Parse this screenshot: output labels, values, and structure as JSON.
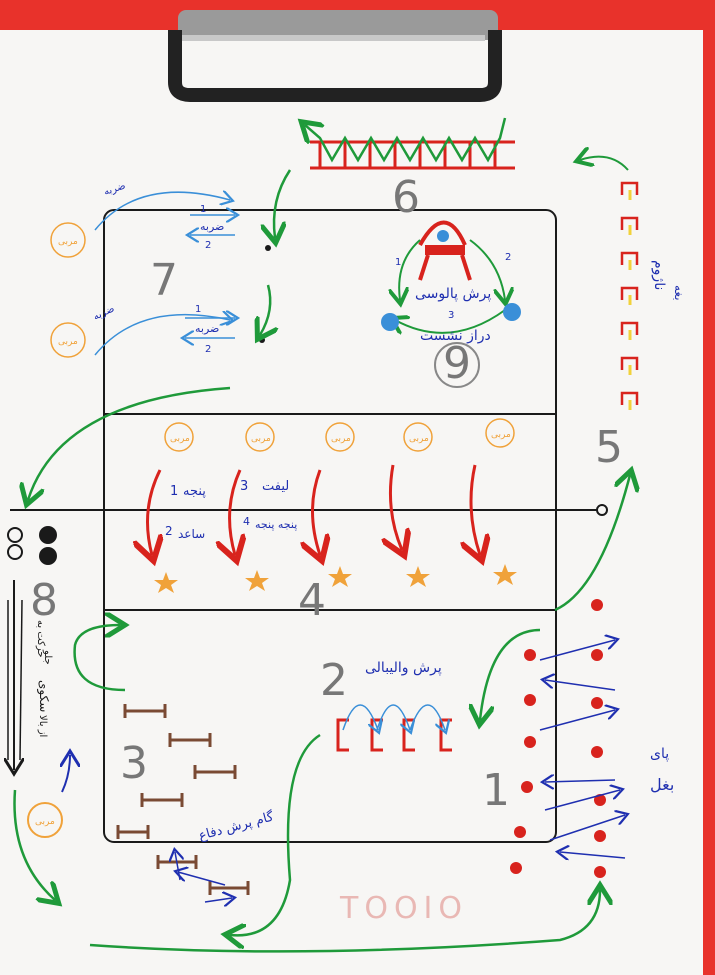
{
  "stations": {
    "s1": "1",
    "s2": "2",
    "s3": "3",
    "s4": "4",
    "s5": "5",
    "s6": "6",
    "s7": "7",
    "s8": "8",
    "s9": "9"
  },
  "labels": {
    "zarbe_top": "ضربه",
    "zarbe_left": "ضربه",
    "zarbe_num1": "1",
    "zarbe_num2": "2",
    "zarbe2_num1": "1",
    "zarbe2_num2": "2",
    "left_note_1": "ضربه",
    "left_note_2": "ضربه",
    "parun_paludi": "پرش پالوسی",
    "deraz_neshast": "دراز نشست",
    "num_1": "1",
    "num_2": "2",
    "num_3": "3",
    "nazom": "ناژوم",
    "bande": "بغه",
    "lift_label": "لیفت",
    "lift_num": "3",
    "panjeh_1": "پنجه",
    "panjeh_num1": "1",
    "panjeh_2": "پنجه پنجه",
    "panjeh_num4": "4",
    "saed": "ساعد",
    "saed_num": "2",
    "parsh_label": "پرش والیبالی",
    "gam": "گام پرش دفاع",
    "payi": "پای",
    "bagal": "بغل",
    "side_text_1": "حرکت به",
    "side_text_2": "جلو",
    "side_text_3": "سکوی",
    "side_text_4": "از بالا",
    "coach": "مربی",
    "bottom_text": "TOOIO"
  },
  "colors": {
    "board_red": "#e8322b",
    "paper": "#f7f6f4",
    "ink_black": "#1a1a1a",
    "ink_green": "#1f9a3a",
    "ink_blue": "#1f2fb0",
    "ink_red": "#d8231d",
    "ink_orange": "#f0a23a",
    "ink_brown": "#7a4a33",
    "ink_grey": "#888888",
    "ink_yellow": "#f1d23a"
  }
}
